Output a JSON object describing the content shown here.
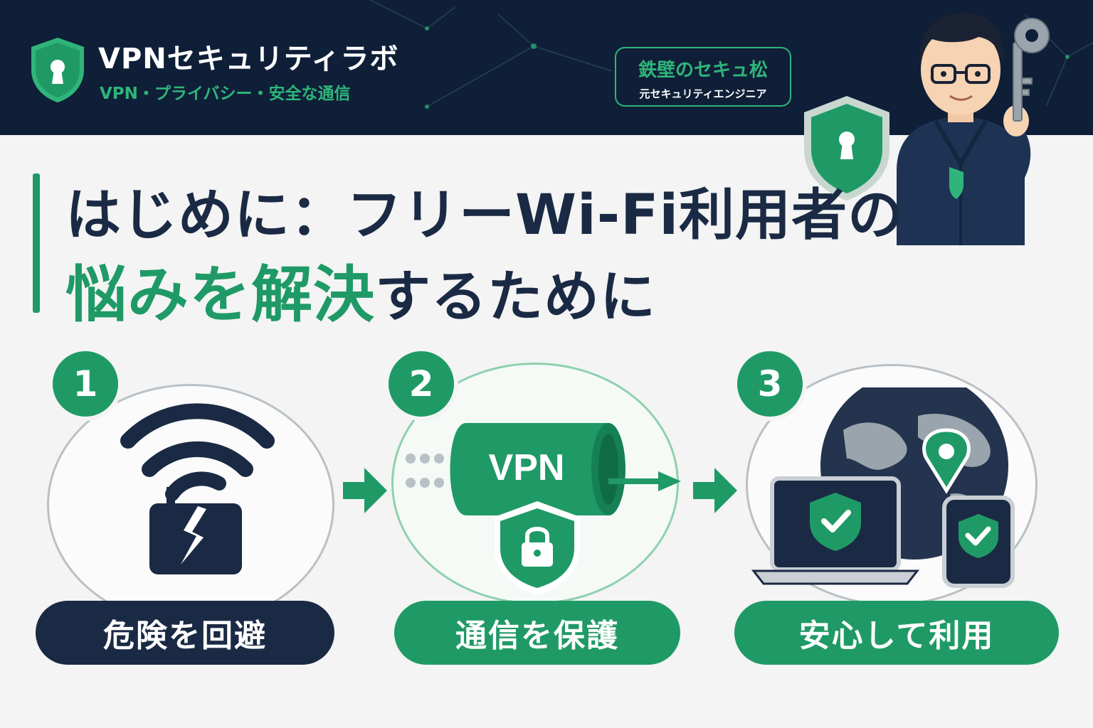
{
  "brand": {
    "title": "VPNセキュリティラボ",
    "subtitle": "VPN・プライバシー・安全な通信"
  },
  "author_badge": {
    "name": "鉄壁のセキュ松",
    "role": "元セキュリティエンジニア"
  },
  "heading": {
    "line1": "はじめに：フリーWi-Fi利用者の",
    "line2_highlight": "悩みを解決",
    "line2_rest": "するために"
  },
  "steps": [
    {
      "number": "1",
      "label": "危険を回避",
      "icon": "broken-lock-wifi-icon"
    },
    {
      "number": "2",
      "label": "通信を保護",
      "icon": "vpn-tunnel-shield-icon",
      "tunnel_text": "VPN"
    },
    {
      "number": "3",
      "label": "安心して利用",
      "icon": "globe-devices-shield-icon"
    }
  ],
  "colors": {
    "navy": "#0f1f38",
    "dark_text": "#1b2a44",
    "green": "#1f9a66",
    "light_green": "#2fb57a",
    "background": "#f3f4f3"
  }
}
